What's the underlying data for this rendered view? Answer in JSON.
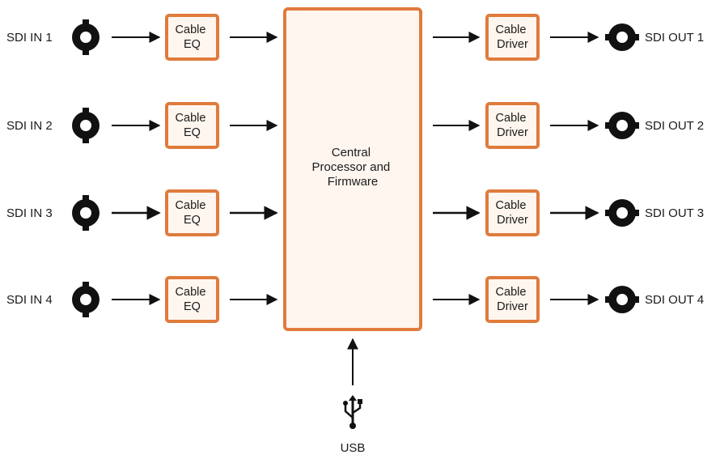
{
  "inputs": [
    {
      "label": "SDI IN 1",
      "box": [
        "Cable",
        "EQ"
      ]
    },
    {
      "label": "SDI IN 2",
      "box": [
        "Cable",
        "EQ"
      ]
    },
    {
      "label": "SDI IN 3",
      "box": [
        "Cable",
        "EQ"
      ]
    },
    {
      "label": "SDI IN 4",
      "box": [
        "Cable",
        "EQ"
      ]
    }
  ],
  "outputs": [
    {
      "label": "SDI OUT 1",
      "box": [
        "Cable",
        "Driver"
      ]
    },
    {
      "label": "SDI OUT 2",
      "box": [
        "Cable",
        "Driver"
      ]
    },
    {
      "label": "SDI OUT 3",
      "box": [
        "Cable",
        "Driver"
      ]
    },
    {
      "label": "SDI OUT 4",
      "box": [
        "Cable",
        "Driver"
      ]
    }
  ],
  "processor": {
    "lines": [
      "Central",
      "Processor and",
      "Firmware"
    ]
  },
  "usb": {
    "label": "USB",
    "icon": "usb-icon"
  },
  "colors": {
    "accent": "#E07B3C",
    "box_fill": "#FFF6EF",
    "ink": "#111111"
  }
}
